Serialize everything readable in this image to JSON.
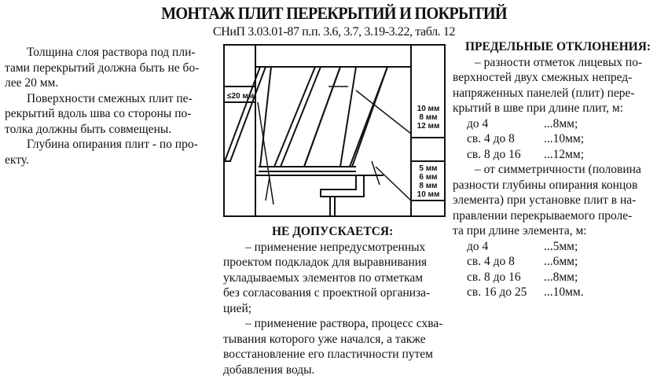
{
  "title": "МОНТАЖ ПЛИТ ПЕРЕКРЫТИЙ И ПОКРЫТИЙ",
  "subtitle": "СНиП 3.03.01-87 п.п. 3.6, 3.7, 3.19-3.22, табл. 12",
  "left": {
    "paragraphs": [
      [
        "Толщина слоя раствора под пли-",
        "тами перекрытий должна быть не бо-",
        "лее 20 мм."
      ],
      [
        "Поверхности смежных плит пе-",
        "рекрытий вдоль шва со стороны по-",
        "толка должны быть совмещены."
      ],
      [
        "Глубина опирания плит - по про-",
        "екту."
      ]
    ]
  },
  "figure": {
    "label_mortar": "≤20 мм",
    "labels_joint": [
      "10 мм",
      "8 мм",
      "12 мм"
    ],
    "labels_support": [
      "5 мм",
      "6 мм",
      "8 мм",
      "10 мм"
    ]
  },
  "right": {
    "heading": "ПРЕДЕЛЬНЫЕ ОТКЛОНЕНИЯ:",
    "p1": [
      "– разности отметок лицевых по-",
      "верхностей двух смежных непред-",
      "напряженных панелей (плит) пере-",
      "крытий в шве при длине плит, м:"
    ],
    "t1": [
      [
        "до 4",
        "...8мм;"
      ],
      [
        "св. 4 до 8",
        "...10мм;"
      ],
      [
        "св. 8 до 16",
        "...12мм;"
      ]
    ],
    "p2": [
      "– от симметричности (половина",
      "разности глубины опирания концов",
      "элемента) при установке плит в на-",
      "правлении перекрываемого проле-",
      "та при длине элемента, м:"
    ],
    "t2": [
      [
        "до 4",
        "...5мм;"
      ],
      [
        "св. 4 до 8",
        "...6мм;"
      ],
      [
        "св. 8 до 16",
        "...8мм;"
      ],
      [
        "св. 16 до 25",
        "...10мм."
      ]
    ]
  },
  "bottom": {
    "heading": "НЕ ДОПУСКАЕТСЯ:",
    "p1": [
      "– применение непредусмотренных",
      "проектом подкладок для выравнивания",
      "укладываемых элементов по отметкам",
      "без согласования с проектной организа-",
      "цией;"
    ],
    "p2": [
      "– применение раствора, процесс схва-",
      "тывания которого уже начался, а также",
      "восстановление его пластичности путем",
      "добавления воды."
    ]
  }
}
